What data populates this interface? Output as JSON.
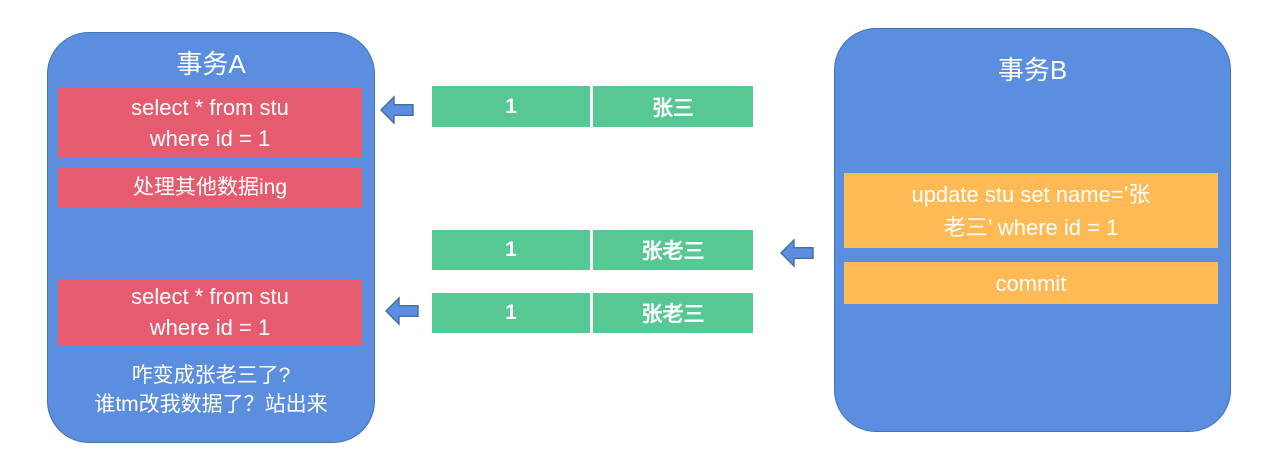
{
  "palette": {
    "box_blue": "#5C8EDF",
    "box_blue_border": "#4173B8",
    "arrow_blue": "#5B8DE0",
    "arrow_blue_border": "#41719C",
    "step_pink": "#E65C6E",
    "row_green": "#57C894",
    "step_orange": "#FFBA55",
    "text": "#FFFFFF"
  },
  "transaction_a": {
    "title": "事务A",
    "steps": [
      {
        "label": "select * from stu\nwhere id = 1"
      },
      {
        "label": "处理其他数据ing"
      },
      {
        "label": "select * from stu\nwhere id = 1"
      }
    ],
    "note": "咋变成张老三了?\n谁tm改我数据了？站出来"
  },
  "transaction_b": {
    "title": "事务B",
    "steps": [
      {
        "label": "update stu set name=’张\n老三’ where id = 1"
      },
      {
        "label": "commit"
      }
    ]
  },
  "stu_rows": [
    {
      "id": "1",
      "name": "张三"
    },
    {
      "id": "1",
      "name": "张老三"
    },
    {
      "id": "1",
      "name": "张老三"
    }
  ],
  "icons": {
    "arrow_1": "left-arrow",
    "arrow_2": "left-arrow",
    "arrow_3": "left-arrow"
  }
}
